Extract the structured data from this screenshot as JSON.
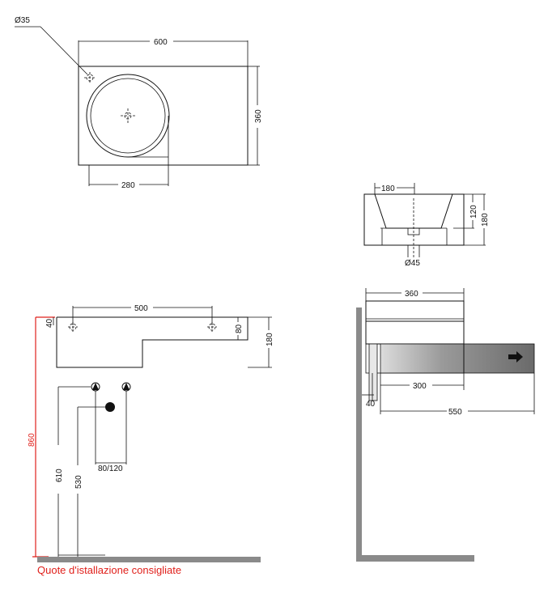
{
  "top_view": {
    "hole_dia": "Ø35",
    "width": "600",
    "depth": "360",
    "bowl_offset": "280"
  },
  "section_view": {
    "top_width": "180",
    "height_inner": "120",
    "height_total": "180",
    "drain_dia": "Ø45"
  },
  "front_view": {
    "bracket_spacing": "500",
    "bracket_height": "40",
    "step_height": "80",
    "total_height": "180",
    "install_height": "860",
    "supply_height": "610",
    "drain_height": "530",
    "supply_spacing": "80/120"
  },
  "side_view": {
    "depth": "360",
    "drawer_depth": "300",
    "wall_gap": "40",
    "overall_depth": "550"
  },
  "caption": "Quote d'istallazione consigliate",
  "colors": {
    "accent_red": "#e0201b",
    "floor_grey": "#8a8a8a",
    "line": "#111111"
  }
}
